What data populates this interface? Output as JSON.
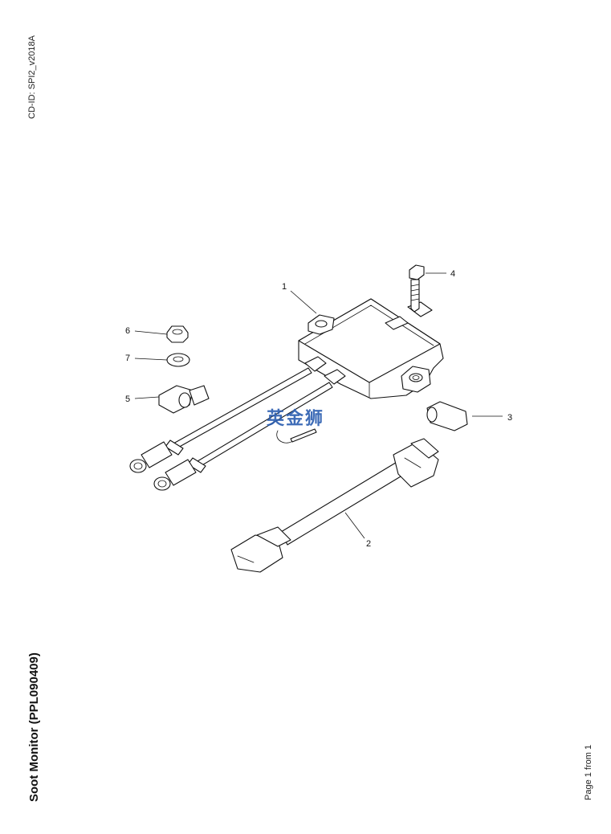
{
  "header": {
    "cd_id": "CD-ID: SPI2_v2018A"
  },
  "document": {
    "title": "Soot Monitor (PPL090409)"
  },
  "footer": {
    "page": "Page 1 from 1"
  },
  "watermark": {
    "text": "英金狮",
    "color": "#2a5db0"
  },
  "callouts": {
    "c1": "1",
    "c2": "2",
    "c3": "3",
    "c4": "4",
    "c5": "5",
    "c6": "6",
    "c7": "7"
  }
}
